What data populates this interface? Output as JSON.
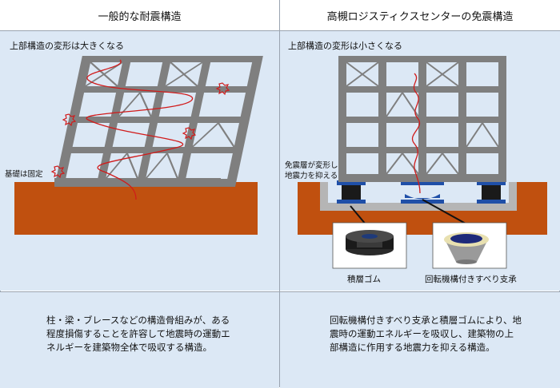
{
  "left": {
    "title": "一般的な耐震構造",
    "caption": "上部構造の変形は大きくなる",
    "foundation_label": "基礎は固定",
    "description": "柱・梁・ブレースなどの構造骨組みが、ある程度損傷することを許容して地震時の運動エネルギーを建築物全体で吸収する構造。"
  },
  "right": {
    "title": "高槻ロジスティクスセンターの免震構造",
    "caption": "上部構造の変形は小さくなる",
    "isolation_label_1": "免震層が変形し",
    "isolation_label_2": "地震力を抑える",
    "rubber_label": "積層ゴム",
    "slider_label": "回転機構付きすべり支承",
    "description": "回転機構付きすべり支承と積層ゴムにより、地震時の運動エネルギーを吸収し、建築物の上部構造に作用する地震力を抑える構造。"
  },
  "colors": {
    "ground": "#c0500f",
    "frame": "#7f7f7f",
    "panel_bg": "#dce8f5",
    "wave": "#d11a1a",
    "bearing": "#1f4fa8"
  }
}
